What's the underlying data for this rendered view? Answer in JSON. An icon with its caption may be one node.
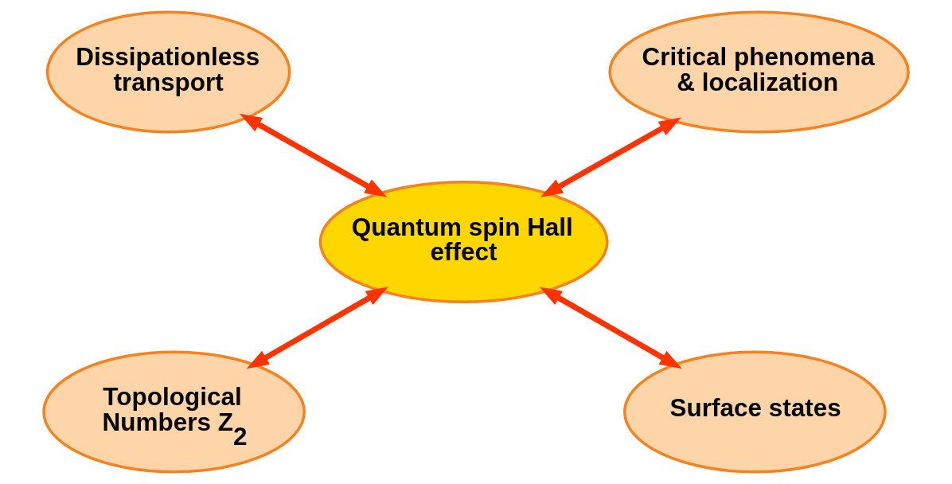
{
  "diagram": {
    "nodes": [
      {
        "text": [
          "Dissipationless transport"
        ]
      },
      {
        "text": [
          "Critical phenomena & localization"
        ]
      },
      {
        "text": [
          "Quantum spin Hall effect"
        ]
      },
      {
        "text": [
          "Topological Numbers Z$_{2}$"
        ]
      },
      {
        "text": [
          "Surface states"
        ]
      }
    ],
    "edges": [
      {
        "from": 0,
        "to": 2,
        "arrow": "both"
      },
      {
        "from": 1,
        "to": 2,
        "arrow": "both"
      },
      {
        "from": 2,
        "to": 3,
        "arrow": "both"
      },
      {
        "from": 2,
        "to": 4,
        "arrow": "both"
      }
    ]
  }
}
